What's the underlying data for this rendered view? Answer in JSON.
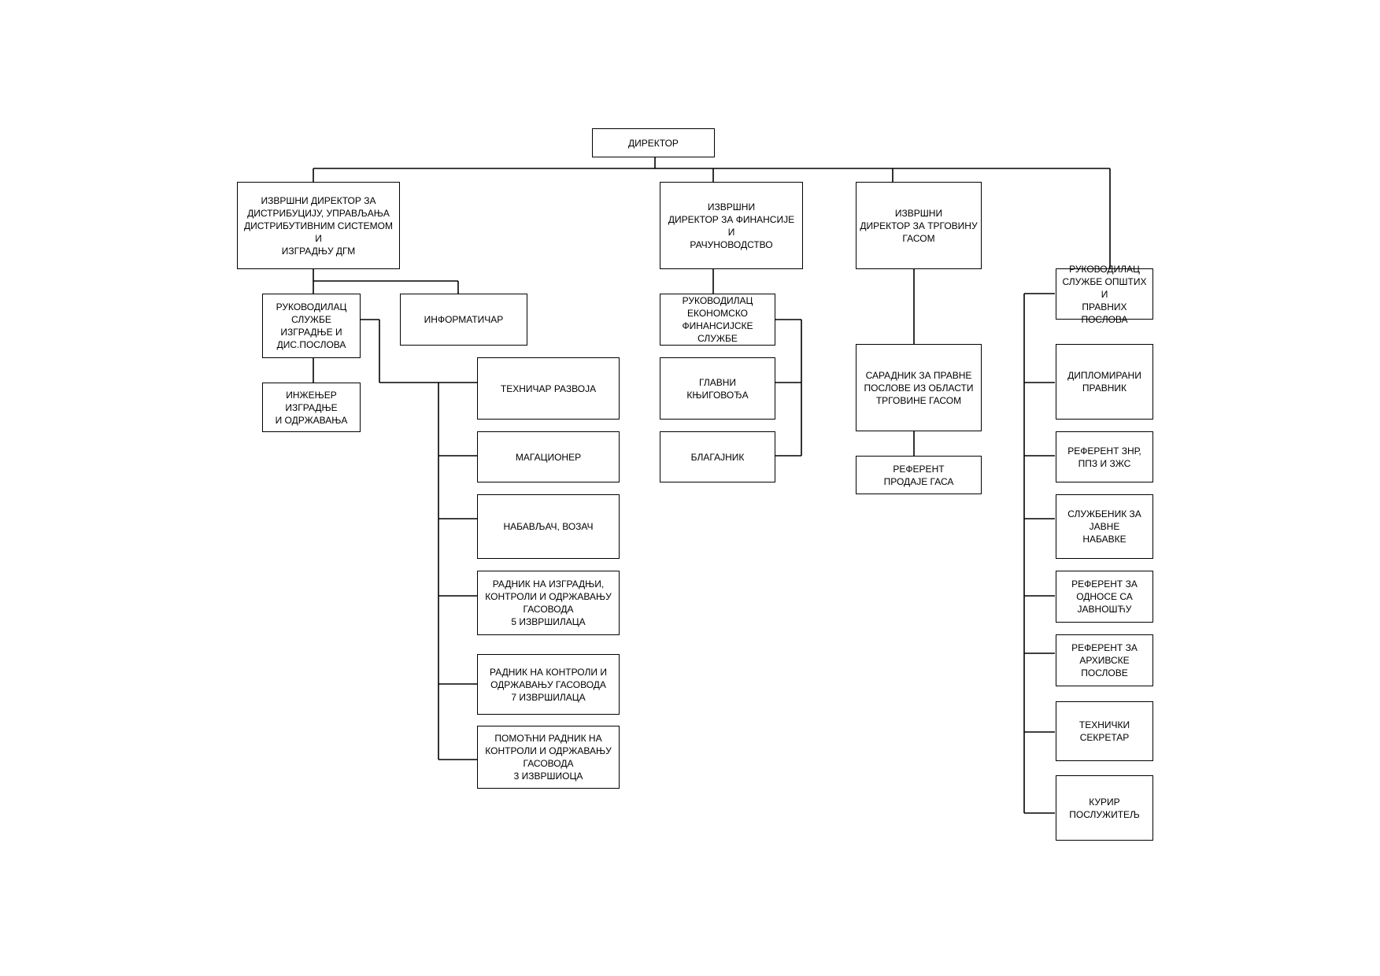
{
  "org_chart": {
    "director": "ДИРЕКТОР",
    "exec_distribution": "ИЗВРШНИ ДИРЕКТОР ЗА\nДИСТРИБУЦИЈУ, УПРАВЉАЊА\nДИСТРИБУТИВНИМ СИСТЕМОМ И\nИЗГРАДЊУ ДГМ",
    "exec_finance": "ИЗВРШНИ\nДИРЕКТОР ЗА ФИНАНСИЈЕ И\nРАЧУНОВОДСТВО",
    "exec_trade": "ИЗВРШНИ\nДИРЕКТОР ЗА ТРГОВИНУ\nГАСОМ",
    "head_general": "РУКОВОДИЛАЦ\nСЛУЖБЕ ОПШТИХ И\nПРАВНИХ ПОСЛОВА",
    "head_construction": "РУКОВОДИЛАЦ\nСЛУЖБЕ\nИЗГРАДЊЕ И\nДИС.ПОСЛОВА",
    "it_specialist": "ИНФОРМАТИЧАР",
    "engineer": "ИНЖЕЊЕР ИЗГРАДЊЕ\nИ ОДРЖАВАЊА",
    "dev_technician": "ТЕХНИЧАР РАЗВОЈА",
    "warehouse": "МАГАЦИОНЕР",
    "buyer_driver": "НАБАВЉАЧ, ВОЗАЧ",
    "worker_construction": "РАДНИК НА ИЗГРАДЊИ,\nКОНТРОЛИ И ОДРЖАВАЊУ\nГАСОВОДА\n5 ИЗВРШИЛАЦА",
    "worker_control": "РАДНИК НА КОНТРОЛИ И\nОДРЖАВАЊУ ГАСОВОДА\n7 ИЗВРШИЛАЦА",
    "assistant_worker": "ПОМОЋНИ РАДНИК НА\nКОНТРОЛИ И ОДРЖАВАЊУ\nГАСОВОДА\n3 ИЗВРШИОЦА",
    "head_finance": "РУКОВОДИЛАЦ\nЕКОНОМСКО\nФИНАНСИЈСКЕ СЛУЖБЕ",
    "chief_accountant": "ГЛАВНИ\nКЊИГОВОЂА",
    "cashier": "БЛАГАЈНИК",
    "legal_associate": "САРАДНИК ЗА ПРАВНЕ\nПОСЛОВЕ ИЗ ОБЛАСТИ\nТРГОВИНЕ ГАСОМ",
    "sales_referent": "РЕФЕРЕНТ\nПРОДАЈЕ ГАСА",
    "lawyer": "ДИПЛОМИРАНИ\nПРАВНИК",
    "safety_referent": "РЕФЕРЕНТ ЗНР,\nППЗ И ЗЖС",
    "procurement_officer": "СЛУЖБЕНИК ЗА ЈАВНЕ\nНАБАВКЕ",
    "pr_referent": "РЕФЕРЕНТ ЗА\nОДНОСЕ СА\nЈАВНОШЋУ",
    "archive_referent": "РЕФЕРЕНТ ЗА\nАРХИВСКЕ ПОСЛОВЕ",
    "tech_secretary": "ТЕХНИЧКИ\nСЕКРЕТАР",
    "courier": "КУРИР\nПОСЛУЖИТЕЉ"
  }
}
